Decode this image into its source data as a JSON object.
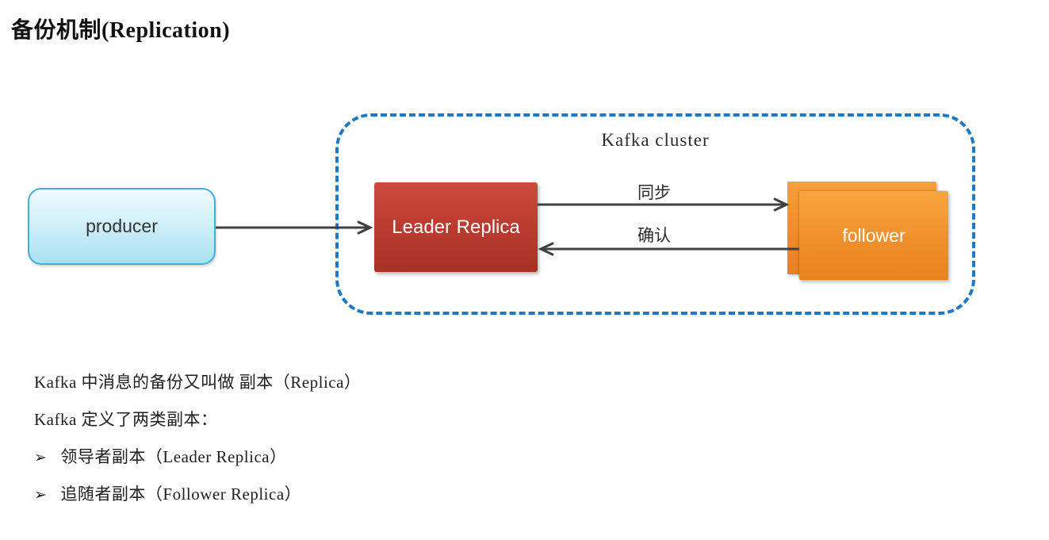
{
  "page": {
    "title": "备份机制(Replication)"
  },
  "diagram": {
    "cluster_label": "Kafka cluster",
    "producer_label": "producer",
    "leader_label": "Leader Replica",
    "follower_label": "follower",
    "sync_label": "同步",
    "ack_label": "确认"
  },
  "notes": {
    "line1": "Kafka 中消息的备份又叫做 副本（Replica）",
    "line2": "Kafka 定义了两类副本：",
    "bullets": [
      {
        "marker": "➢",
        "text": "领导者副本（Leader Replica）"
      },
      {
        "marker": "➢",
        "text": "追随者副本（Follower Replica）"
      }
    ]
  },
  "colors": {
    "cluster_border": "#1d78c5",
    "arrow": "#404040",
    "leader_fill_top": "#cd4c3e",
    "leader_fill_bottom": "#a93126",
    "follower_fill_top": "#f9a53f",
    "follower_fill_bottom": "#e8821e",
    "producer_fill_top": "#f0fbfe",
    "producer_fill_bottom": "#a8e0f0",
    "producer_border": "#46aed6"
  }
}
